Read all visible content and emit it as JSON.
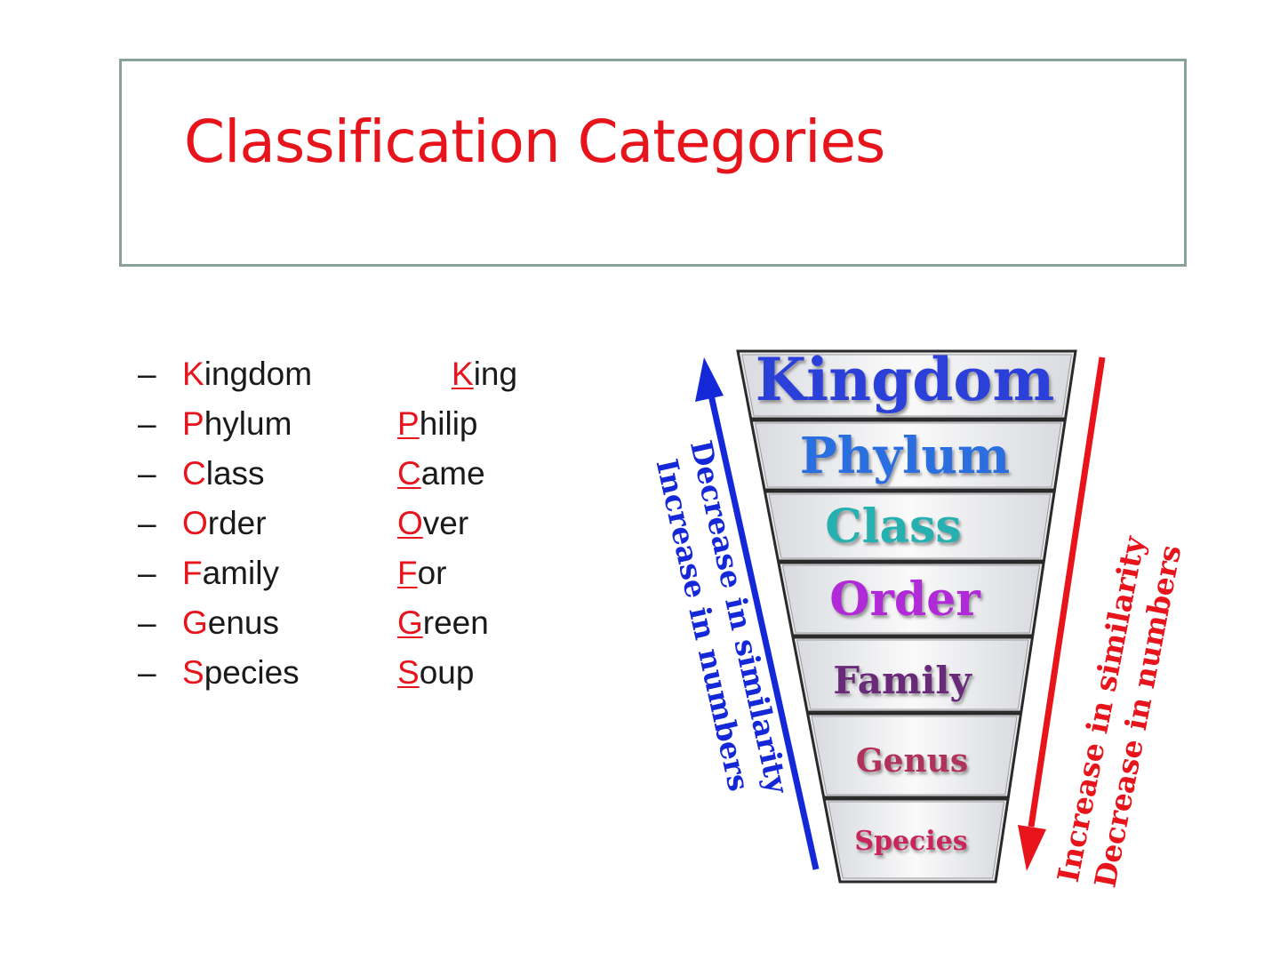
{
  "title": "Classification Categories",
  "bullet": "–",
  "list": [
    {
      "first": "K",
      "rest": "ingdom",
      "m_first": "K",
      "m_rest": "ing"
    },
    {
      "first": "P",
      "rest": "hylum",
      "m_first": "P",
      "m_rest": "hilip"
    },
    {
      "first": "C",
      "rest": "lass",
      "m_first": "C",
      "m_rest": "ame"
    },
    {
      "first": "O",
      "rest": "rder",
      "m_first": "O",
      "m_rest": "ver"
    },
    {
      "first": "F",
      "rest": "amily",
      "m_first": "F",
      "m_rest": "or"
    },
    {
      "first": "G",
      "rest": "enus",
      "m_first": "G",
      "m_rest": "reen"
    },
    {
      "first": "S",
      "rest": "pecies",
      "m_first": "S",
      "m_rest": "oup"
    }
  ],
  "diagram": {
    "levels": [
      {
        "label": "Kingdom",
        "color": "#2a3fd8"
      },
      {
        "label": "Phylum",
        "color": "#2a6ee0"
      },
      {
        "label": "Class",
        "color": "#27b0b0"
      },
      {
        "label": "Order",
        "color": "#b02bd8"
      },
      {
        "label": "Family",
        "color": "#6a2a7a"
      },
      {
        "label": "Genus",
        "color": "#b0305a"
      },
      {
        "label": "Species",
        "color": "#c8285a"
      }
    ],
    "left_arrow": {
      "line1": "Decrease in similarity",
      "line2": "Increase in numbers",
      "color": "#1528d8"
    },
    "right_arrow": {
      "line1": "Increase in similarity",
      "line2": "Decrease in numbers",
      "color": "#e8141c"
    }
  }
}
